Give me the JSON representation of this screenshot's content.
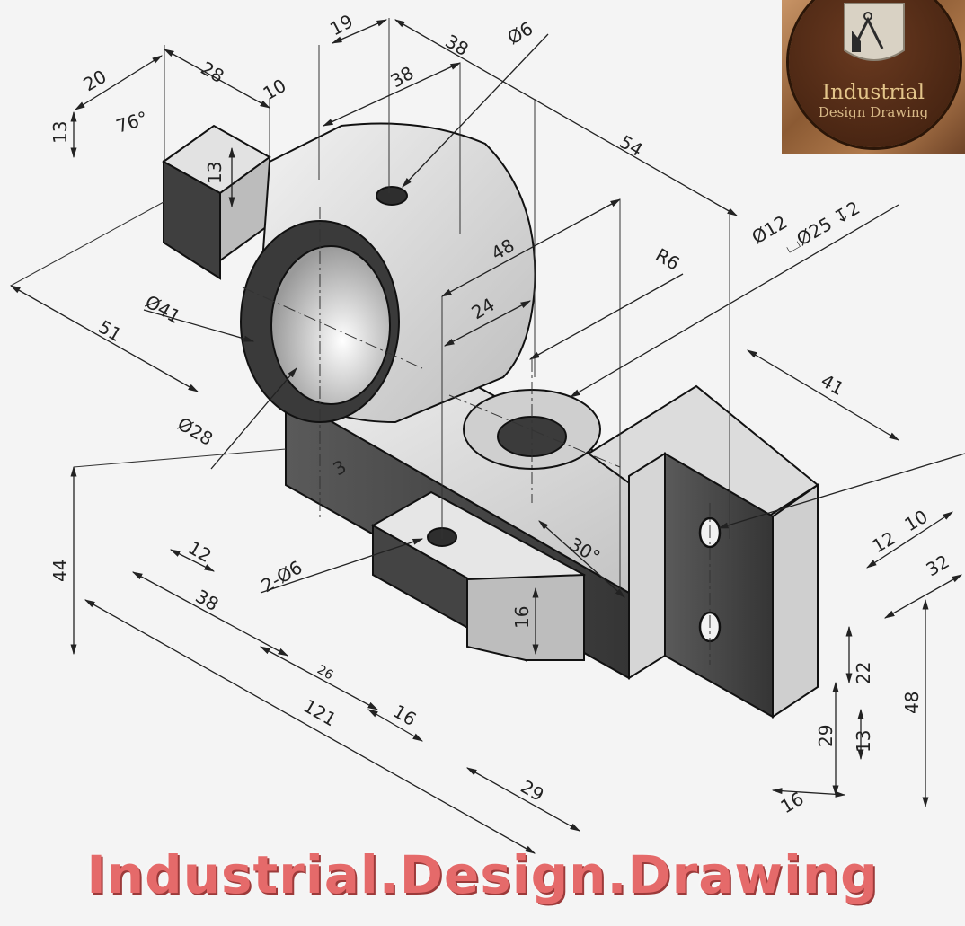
{
  "dimensions": {
    "d19": "19",
    "d38_top": "38",
    "d6_dia": "Ø6",
    "d28": "28",
    "d20": "20",
    "d10_top": "10",
    "d38_inner": "38",
    "d76": "76°",
    "d13_left": "13",
    "d13_block": "13",
    "d54": "54",
    "d12_dia": "Ø12",
    "d25_cbore": "⌴Ø25 ↧2",
    "d48_h": "48",
    "d24": "24",
    "dR6": "R6",
    "d51": "51",
    "d41_dia": "Ø41",
    "d28_dia": "Ø28",
    "d3": "3",
    "d44": "44",
    "d12_front": "12",
    "d2x6": "2-Ø6",
    "d38_front": "38",
    "d26": "26",
    "d16_front": "16",
    "d121": "121",
    "d16_boss": "16",
    "d30": "30°",
    "d41_right": "41",
    "d10_right": "10",
    "d12_right": "12",
    "d32": "32",
    "d22": "22",
    "d29_v": "29",
    "d13_v": "13",
    "d48_v": "48",
    "d29_front": "29",
    "d16_bottom": "16"
  },
  "logo": {
    "title": "Industrial",
    "subtitle": "Design Drawing",
    "icon": "compass-square-icon"
  },
  "banner": {
    "text": "Industrial.Design.Drawing"
  },
  "colors": {
    "background": "#f4f4f4",
    "banner": "#e56a6a",
    "part_light": "#d9d9d9",
    "part_dark": "#4a4a4a"
  }
}
